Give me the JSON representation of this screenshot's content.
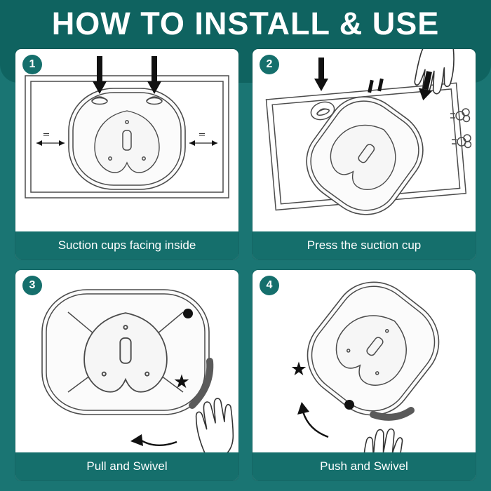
{
  "title": "HOW TO INSTALL & USE",
  "colors": {
    "background": "#1A7573",
    "header_band": "#0F6360",
    "accent": "#156F6C",
    "panel": "#FFFFFF",
    "line": "#4B4B4B",
    "ink": "#111111",
    "handle_gray": "#5A5A5A",
    "title_text": "#FFFFFF"
  },
  "icons": {
    "star": "★",
    "equal": "=",
    "dot": "●",
    "down_arrow": "down-arrow",
    "air_puff": "air-puff",
    "swivel_arrow": "curved-arrow",
    "hand": "hand"
  },
  "steps": [
    {
      "number": "1",
      "caption": "Suction cups facing inside"
    },
    {
      "number": "2",
      "caption": "Press the suction cup"
    },
    {
      "number": "3",
      "caption": "Pull and Swivel"
    },
    {
      "number": "4",
      "caption": "Push and Swivel"
    }
  ]
}
